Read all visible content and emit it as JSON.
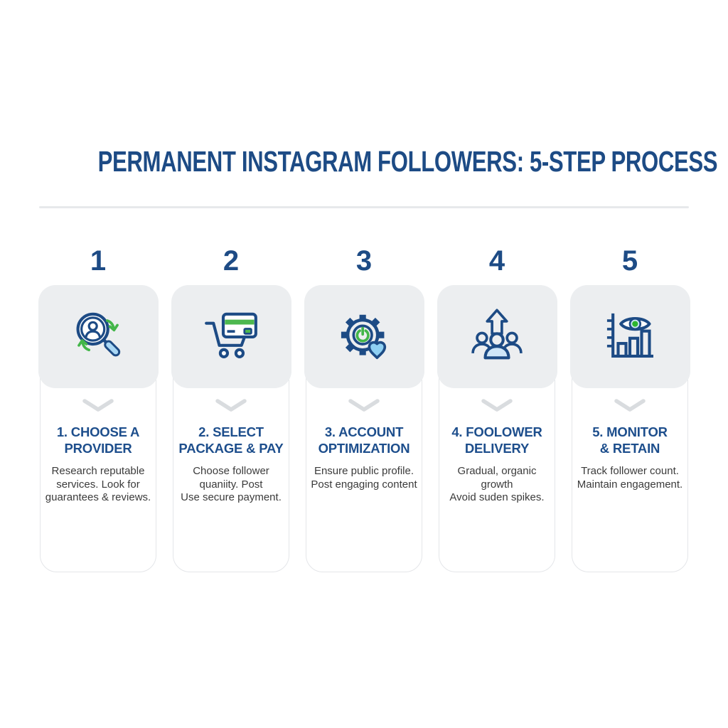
{
  "header": {
    "title": "PERMANENT INSTAGRAM FOLLOWERS: 5-STEP PROCESS",
    "title_color": "#1d4b85"
  },
  "colors": {
    "navy": "#1d4b85",
    "heading_blue": "#1d4e8c",
    "accent_green": "#43b649",
    "light_blue_fill": "#a9d7f5",
    "pale_blue_fill": "#cfe6f8",
    "icon_box_gray": "#eceef0",
    "card_border": "#e4e6e9",
    "chevron_gray": "#d9dcdf",
    "body_text": "#3b3b3b"
  },
  "steps": [
    {
      "number": "1",
      "icon": "provider-search-icon",
      "heading_lines": [
        "1. CHOOSE A",
        "PROVIDER"
      ],
      "body_lines": [
        "Research reputable",
        "services. Look for",
        "guarantees & reviews."
      ]
    },
    {
      "number": "2",
      "icon": "cart-credit-card-icon",
      "heading_lines": [
        "2. SELECT",
        "PACKAGE & PAY"
      ],
      "body_lines": [
        "Choose follower",
        "quaniity. Post",
        "Use secure payment."
      ]
    },
    {
      "number": "3",
      "icon": "gear-heart-icon",
      "heading_lines": [
        "3. ACCOUNT",
        "OPTIMIZATION"
      ],
      "body_lines": [
        "Ensure public profile.",
        "Post engaging content",
        ""
      ]
    },
    {
      "number": "4",
      "icon": "followers-growth-icon",
      "heading_lines": [
        "4. FOOLOWER",
        "DELIVERY"
      ],
      "body_lines": [
        "Gradual, organic",
        "growth",
        "Avoid suden spikes."
      ]
    },
    {
      "number": "5",
      "icon": "chart-eye-icon",
      "heading_lines": [
        "5. MONITOR",
        "& RETAIN"
      ],
      "body_lines": [
        "Track follower count.",
        "Maintain engagement.",
        ""
      ]
    }
  ]
}
